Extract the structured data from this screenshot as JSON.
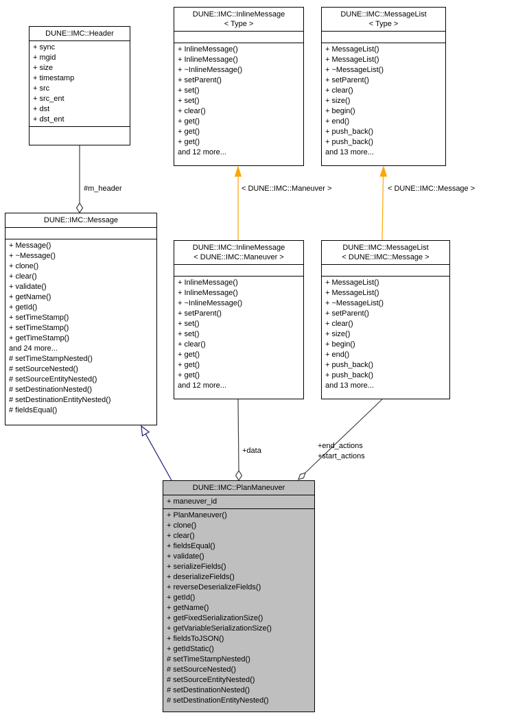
{
  "colors": {
    "box_background": "#ffffff",
    "highlight_background": "#bfbfbf",
    "box_border": "#000000",
    "template_arrow": "#ffa500",
    "inheritance_arrow": "#191970",
    "aggregation_line": "#404040"
  },
  "classes": {
    "header": {
      "title": "DUNE::IMC::Header",
      "fields": [
        "+ sync",
        "+ mgid",
        "+ size",
        "+ timestamp",
        "+ src",
        "+ src_ent",
        "+ dst",
        "+ dst_ent"
      ],
      "methods": []
    },
    "inline_message_type": {
      "title": "DUNE::IMC::InlineMessage\n< Type >",
      "fields": [],
      "methods": [
        "+ InlineMessage()",
        "+ InlineMessage()",
        "+ ~InlineMessage()",
        "+ setParent()",
        "+ set()",
        "+ set()",
        "+ clear()",
        "+ get()",
        "+ get()",
        "+ get()",
        "and 12 more..."
      ]
    },
    "message_list_type": {
      "title": "DUNE::IMC::MessageList\n< Type >",
      "fields": [],
      "methods": [
        "+ MessageList()",
        "+ MessageList()",
        "+ ~MessageList()",
        "+ setParent()",
        "+ clear()",
        "+ size()",
        "+ begin()",
        "+ end()",
        "+ push_back()",
        "+ push_back()",
        "and 13 more..."
      ]
    },
    "message": {
      "title": "DUNE::IMC::Message",
      "fields": [],
      "methods": [
        "+ Message()",
        "+ ~Message()",
        "+ clone()",
        "+ clear()",
        "+ validate()",
        "+ getName()",
        "+ getId()",
        "+ setTimeStamp()",
        "+ setTimeStamp()",
        "+ getTimeStamp()",
        "and 24 more...",
        "# setTimeStampNested()",
        "# setSourceNested()",
        "# setSourceEntityNested()",
        "# setDestinationNested()",
        "# setDestinationEntityNested()",
        "# fieldsEqual()"
      ]
    },
    "inline_message_maneuver": {
      "title": "DUNE::IMC::InlineMessage\n< DUNE::IMC::Maneuver >",
      "fields": [],
      "methods": [
        "+ InlineMessage()",
        "+ InlineMessage()",
        "+ ~InlineMessage()",
        "+ setParent()",
        "+ set()",
        "+ set()",
        "+ clear()",
        "+ get()",
        "+ get()",
        "+ get()",
        "and 12 more..."
      ]
    },
    "message_list_message": {
      "title": "DUNE::IMC::MessageList\n< DUNE::IMC::Message >",
      "fields": [],
      "methods": [
        "+ MessageList()",
        "+ MessageList()",
        "+ ~MessageList()",
        "+ setParent()",
        "+ clear()",
        "+ size()",
        "+ begin()",
        "+ end()",
        "+ push_back()",
        "+ push_back()",
        "and 13 more..."
      ]
    },
    "plan_maneuver": {
      "title": "DUNE::IMC::PlanManeuver",
      "fields": [
        "+ maneuver_id"
      ],
      "methods": [
        "+ PlanManeuver()",
        "+ clone()",
        "+ clear()",
        "+ fieldsEqual()",
        "+ validate()",
        "+ serializeFields()",
        "+ deserializeFields()",
        "+ reverseDeserializeFields()",
        "+ getId()",
        "+ getName()",
        "+ getFixedSerializationSize()",
        "+ getVariableSerializationSize()",
        "+ fieldsToJSON()",
        "+ getIdStatic()",
        "# setTimeStampNested()",
        "# setSourceNested()",
        "# setSourceEntityNested()",
        "# setDestinationNested()",
        "# setDestinationEntityNested()"
      ]
    }
  },
  "edges": {
    "m_header_label": "#m_header",
    "maneuver_template_label": "< DUNE::IMC::Maneuver >",
    "message_template_label": "< DUNE::IMC::Message >",
    "data_label": "+data",
    "end_actions_label": "+end_actions",
    "start_actions_label": "+start_actions"
  }
}
